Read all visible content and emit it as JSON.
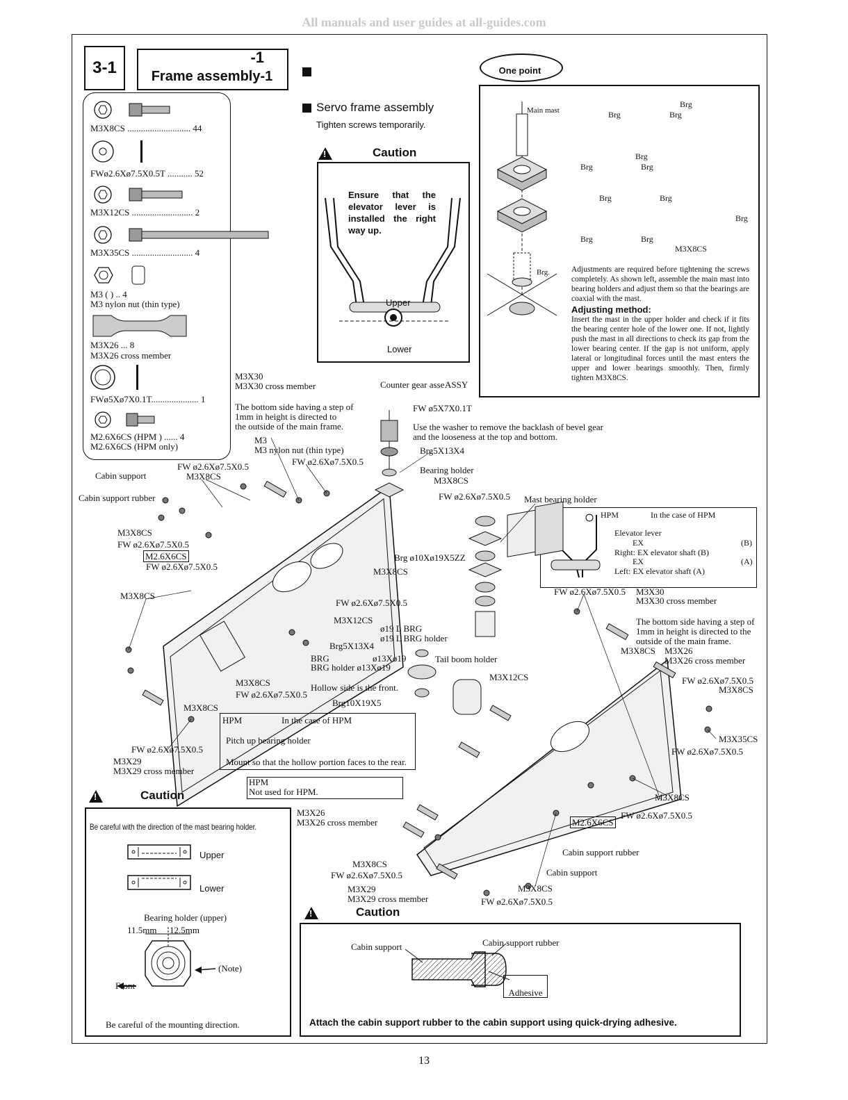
{
  "watermark": "All manuals and user guides at all-guides.com",
  "section": {
    "number": "3-1",
    "title_jp_suffix": "-1",
    "title_en": "Frame assembly-1"
  },
  "servo_heading": {
    "en": "Servo frame assembly",
    "sub": "Tighten screws temporarily."
  },
  "parts": [
    {
      "label": "M3X8CS ............................ 44"
    },
    {
      "label": "FWø2.6Xø7.5X0.5T ........... 52"
    },
    {
      "label": "M3X12CS ........................... 2"
    },
    {
      "label": "M3X35CS ........................... 4"
    },
    {
      "label": "M3 ( ) .. 4",
      "label2": "M3 nylon nut (thin type)"
    },
    {
      "label": "M3X26 ... 8",
      "label2": "M3X26 cross member"
    },
    {
      "label": "FWø5Xø7X0.1T..................... 1"
    },
    {
      "label": "M2.6X6CS (HPM ) ...... 4",
      "label2": "M2.6X6CS (HPM only)"
    }
  ],
  "onepoint": {
    "label": "One point",
    "main_mast": "Main mast",
    "brg": "Brg",
    "brg_dot": "Brg.",
    "m3x8cs": "M3X8CS",
    "en_para1": "Adjustments are required before tightening the screws completely. As shown left, assemble the main mast into bearing holders and adjust them so that the bearings are coaxial with the mast.",
    "adjust_heading": "Adjusting method:",
    "en_para2": "Insert the mast in the upper holder and check if it fits the bearing center hole of the lower one. If not, lightly push the mast in all directions to check its gap from the lower bearing center. If the gap is not uniform, apply lateral or longitudinal forces until the mast enters the upper and lower bearings smoothly. Then, firmly tighten M3X8CS."
  },
  "caution1": {
    "title": "Caution",
    "en": "Ensure that the elevator lever is installed the right way up.",
    "upper": "Upper",
    "lower": "Lower"
  },
  "hpm_case": {
    "hpm": "HPM",
    "title": "In the case of HPM",
    "elevator_lever": "Elevator lever",
    "ex": "EX",
    "b": "(B)",
    "a": "(A)",
    "right": "Right: EX elevator shaft (B)",
    "left": "Left: EX elevator shaft (A)"
  },
  "labels": {
    "m3x30_cm": "M3X30 cross member",
    "m3x30": "M3X30",
    "step_note_1": "The bottom side having a step of",
    "step_note_2": "1mm in height is directed to",
    "step_note_3": "the outside of the main frame.",
    "m3": "M3",
    "m3_nylon": "M3 nylon nut (thin type)",
    "fw26": "FW ø2.6Xø7.5X0.5",
    "fw26b": "FW ø2.6Xø7.5X0.5",
    "cabin_support": "Cabin support",
    "cabin_support_rubber": "Cabin support rubber",
    "m3x8cs": "M3X8CS",
    "m26x6cs": "M2.6X6CS",
    "counter_gear": "Counter gear assembly",
    "assy": "ASSY",
    "fw5": "FW ø5X7X0.1T",
    "fw5_note_1": "Use the washer to remove the backlash of bevel gear",
    "fw5_note_2": "and the looseness at the top and bottom.",
    "brg5x13x4": "Brg5X13X4",
    "bearing_holder": "Bearing holder",
    "mast_bearing_holder": "Mast bearing holder",
    "brg10x19x5zz": "Brg ø10Xø19X5ZZ",
    "m3x12cs": "M3X12CS",
    "phi19_brg": "ø19 L BRG",
    "phi19_holder": "ø19 L BRG holder",
    "brg": "BRG",
    "phi13": "ø13Xø19",
    "brg_holder_13": "BRG holder ø13Xø19",
    "tail_boom_holder": "Tail boom holder",
    "hollow_front": "Hollow side is the front.",
    "brg10x19x5": "Brg10X19X5",
    "hpm": "HPM",
    "in_case_hpm": "In the case of HPM",
    "pitch_up": "Pitch up bearing holder",
    "mount_note": "Mount so that the hollow portion faces to the rear.",
    "not_used_hpm": "Not used for HPM.",
    "m3x26": "M3X26",
    "m3x26_cm": "M3X26 cross member",
    "m3x29": "M3X29",
    "m3x29_cm": "M3X29 cross member",
    "m3x35cs": "M3X35CS",
    "m3x30_cm2": "M3X30 cross member",
    "step_r_1": "The bottom side having a step of",
    "step_r_2": "1mm in height is directed to the",
    "step_r_3": "outside of the main frame."
  },
  "caution_left": {
    "title": "Caution",
    "en": "Be careful with the direction of the mast bearing holder.",
    "upper": "Upper",
    "lower": "Lower",
    "bh_upper": "Bearing holder (upper)",
    "dim1": "11.5mm",
    "dim2": "12.5mm",
    "note": "(Note)",
    "front": "Front",
    "footer": "Be careful of the mounting direction."
  },
  "caution_bottom": {
    "title": "Caution",
    "cabin_support": "Cabin support",
    "cabin_support_rubber": "Cabin support rubber",
    "adhesive": "Adhesive",
    "instruction": "Attach the cabin support rubber to the cabin support using quick-drying adhesive."
  },
  "page_number": "13"
}
